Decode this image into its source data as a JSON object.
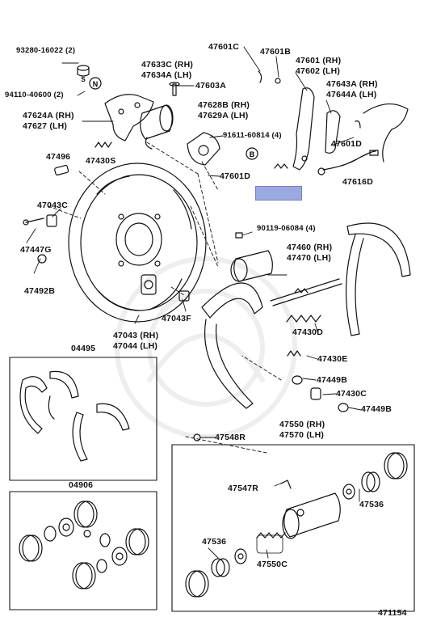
{
  "diagram_number": "471154",
  "symbols": {
    "n_mark": "N",
    "b_mark": "B",
    "s_mark": "S"
  },
  "labels": {
    "p93280": "93280-16022 (2)",
    "p94110": "94110-40600 (2)",
    "p47633c": "47633C (RH)",
    "p47634a": "47634A (LH)",
    "p47603a": "47603A",
    "p47601c": "47601C",
    "p47601b": "47601B",
    "p47601": "47601 (RH)",
    "p47602": "47602 (LH)",
    "p47643a": "47643A (RH)",
    "p47644a": "47644A (LH)",
    "p47624a": "47624A (RH)",
    "p47627": "47627 (LH)",
    "p47628b": "47628B (RH)",
    "p47629a": "47629A (LH)",
    "p91611": "91611-60814 (4)",
    "p47601d_a": "47601D",
    "p47601d_b": "47601D",
    "p47496": "47496",
    "p47430s": "47430S",
    "p47616d": "47616D",
    "p47043c": "47043C",
    "p47447g": "47447G",
    "p47492b": "47492B",
    "p90119": "90119-06084 (4)",
    "p47460": "47460 (RH)",
    "p47470": "47470 (LH)",
    "p47043f": "47043F",
    "p47043": "47043 (RH)",
    "p47044": "47044 (LH)",
    "p47430d": "47430D",
    "p47430e": "47430E",
    "p47449b_a": "47449B",
    "p47449b_b": "47449B",
    "p47430c": "47430C",
    "p04495": "04495",
    "p47550": "47550 (RH)",
    "p47570": "47570 (LH)",
    "p47548r": "47548R",
    "p04906": "04906",
    "p47547r": "47547R",
    "p47536_a": "47536",
    "p47536_b": "47536",
    "p47550c": "47550C"
  },
  "colors": {
    "ink": "#111111",
    "highlight": "#9aa9e0",
    "watermark": "#eeeeee"
  }
}
